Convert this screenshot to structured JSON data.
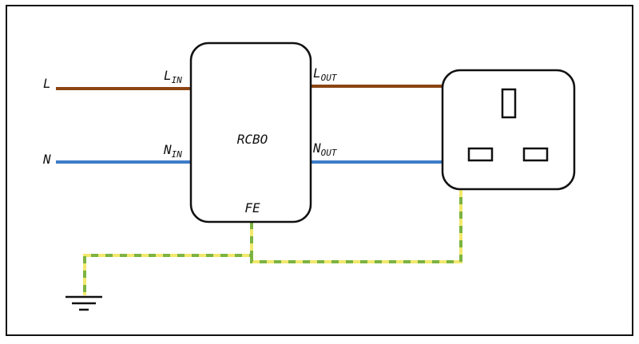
{
  "labels": {
    "line": "L",
    "neutral": "N",
    "l_in": {
      "base": "L",
      "sub": "IN"
    },
    "n_in": {
      "base": "N",
      "sub": "IN"
    },
    "l_out": {
      "base": "L",
      "sub": "OUT"
    },
    "n_out": {
      "base": "N",
      "sub": "OUT"
    },
    "device": "RCBO",
    "fe": "FE"
  },
  "colors": {
    "live": "#8B4513",
    "neutral": "#3D7CC9",
    "earth_green": "#7CB342",
    "earth_yellow": "#F2E86D",
    "outline": "#111111"
  }
}
